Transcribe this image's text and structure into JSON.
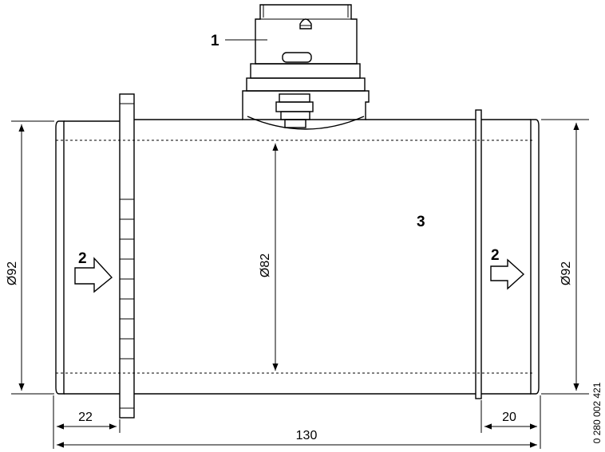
{
  "labels": {
    "sensor": "1",
    "flow_in": "2",
    "flow_out": "2",
    "housing": "3"
  },
  "dimensions": {
    "outer_left": "Ø92",
    "inner": "Ø82",
    "outer_right": "Ø92",
    "length_left": "22",
    "length_total": "130",
    "length_right": "20"
  },
  "part_number": "0 280 002 421"
}
